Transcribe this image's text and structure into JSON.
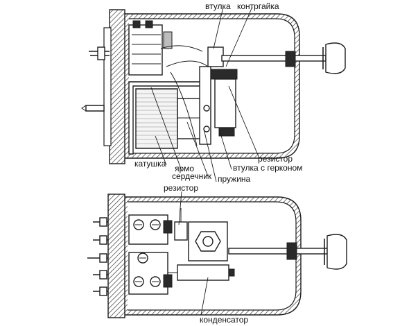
{
  "labels": {
    "bushing": "втулка",
    "locknut": "контргайка",
    "resistor_top": "резистор",
    "coil": "катушка",
    "yoke": "ярмо",
    "core": "сердечник",
    "reed_bushing": "втулка с герконом",
    "spring": "пружина",
    "resistor_bottom": "резистор",
    "capacitor": "конденсатор"
  },
  "colors": {
    "ink": "#1c1c1c",
    "background": "#ffffff",
    "hatch": "#3a3a3a"
  }
}
